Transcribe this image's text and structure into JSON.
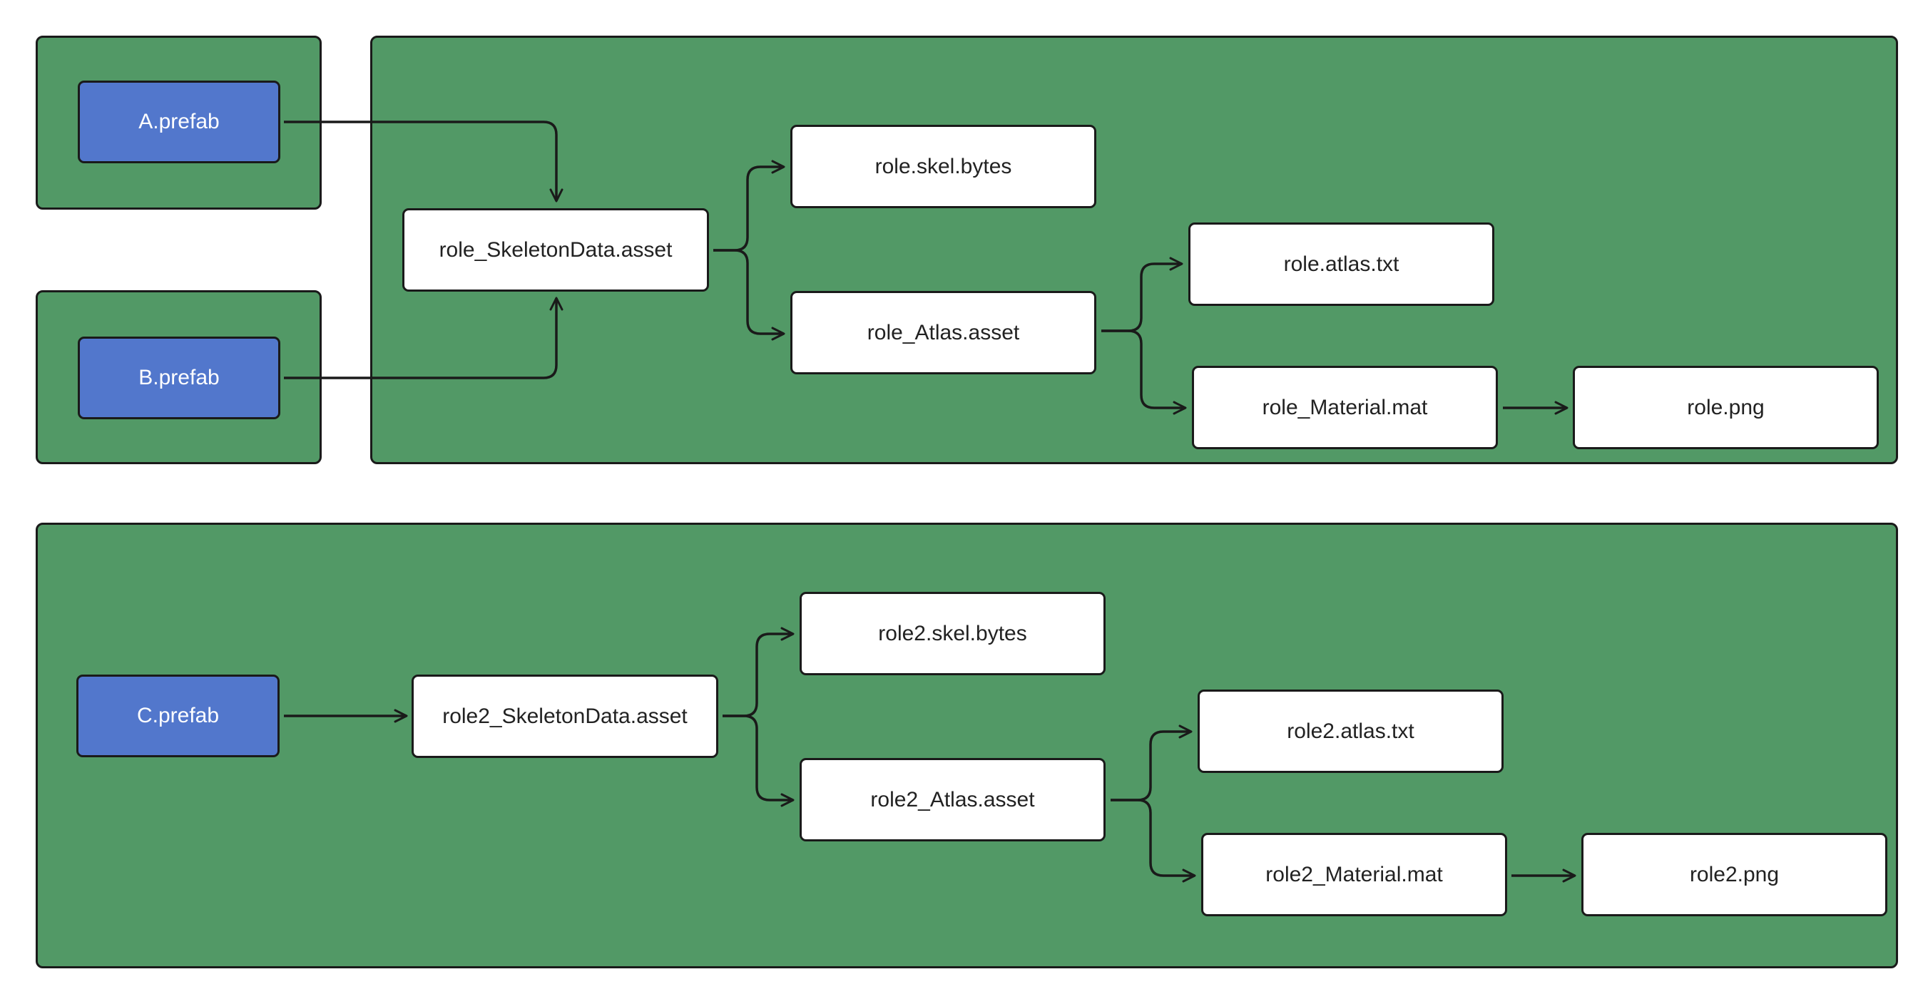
{
  "colors": {
    "group_fill": "#529966",
    "prefab_fill": "#5277cc",
    "asset_fill": "#ffffff",
    "stroke": "#1a1a1a"
  },
  "nodes": {
    "a_prefab": "A.prefab",
    "b_prefab": "B.prefab",
    "c_prefab": "C.prefab",
    "role_skeletondata": "role_SkeletonData.asset",
    "role_skel_bytes": "role.skel.bytes",
    "role_atlas_asset": "role_Atlas.asset",
    "role_atlas_txt": "role.atlas.txt",
    "role_material": "role_Material.mat",
    "role_png": "role.png",
    "role2_skeletondata": "role2_SkeletonData.asset",
    "role2_skel_bytes": "role2.skel.bytes",
    "role2_atlas_asset": "role2_Atlas.asset",
    "role2_atlas_txt": "role2.atlas.txt",
    "role2_material": "role2_Material.mat",
    "role2_png": "role2.png"
  },
  "edges": [
    {
      "from": "A.prefab",
      "to": "role_SkeletonData.asset"
    },
    {
      "from": "B.prefab",
      "to": "role_SkeletonData.asset"
    },
    {
      "from": "role_SkeletonData.asset",
      "to": "role.skel.bytes"
    },
    {
      "from": "role_SkeletonData.asset",
      "to": "role_Atlas.asset"
    },
    {
      "from": "role_Atlas.asset",
      "to": "role.atlas.txt"
    },
    {
      "from": "role_Atlas.asset",
      "to": "role_Material.mat"
    },
    {
      "from": "role_Material.mat",
      "to": "role.png"
    },
    {
      "from": "C.prefab",
      "to": "role2_SkeletonData.asset"
    },
    {
      "from": "role2_SkeletonData.asset",
      "to": "role2.skel.bytes"
    },
    {
      "from": "role2_SkeletonData.asset",
      "to": "role2_Atlas.asset"
    },
    {
      "from": "role2_Atlas.asset",
      "to": "role2.atlas.txt"
    },
    {
      "from": "role2_Atlas.asset",
      "to": "role2_Material.mat"
    },
    {
      "from": "role2_Material.mat",
      "to": "role2.png"
    }
  ]
}
